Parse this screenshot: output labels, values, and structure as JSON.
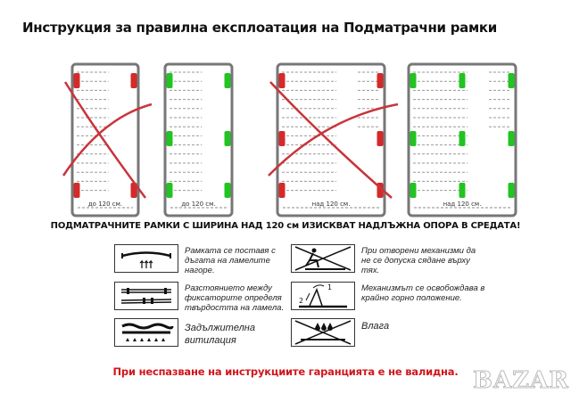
{
  "title": "Инструкция за правилна експлоатация на Подматрачни рамки",
  "frames": [
    {
      "label": "до 120 см.",
      "status": "wrong",
      "pad_color": "#d42a2a",
      "supports": "edges-only"
    },
    {
      "label": "до 120 см.",
      "status": "correct",
      "pad_color": "#22c322",
      "supports": "edges-3-rows"
    },
    {
      "label": "над 120 см.",
      "status": "wrong",
      "pad_color": "#d42a2a",
      "supports": "edges-3-rows"
    },
    {
      "label": "над 120 см.",
      "status": "correct",
      "pad_color": "#22c322",
      "supports": "edges-and-center"
    }
  ],
  "warning": "ПОДМАТРАЧНИТЕ РАМКИ С ШИРИНА НАД 120 см ИЗИСКВАТ НАДЛЪЖНА ОПОРА В СРЕДАТА!",
  "instructions": [
    {
      "icon": "arched-slat-icon",
      "text": "Рамката се поставя с дъгата на ламелите нагоре."
    },
    {
      "icon": "slat-fixators-icon",
      "text": "Разстоянието между фиксаторите определя твърдостта на ламела."
    },
    {
      "icon": "ventilation-icon",
      "text": "Задължителна витилация"
    },
    {
      "icon": "no-sitting-open-mechanism-icon",
      "text": "При отворени механизми да не се допуска сядане върху тях."
    },
    {
      "icon": "mechanism-release-icon",
      "text": "Механизмът се освобождава в крайно горно положение.",
      "step_labels": [
        "1",
        "2"
      ]
    },
    {
      "icon": "no-moisture-icon",
      "text": "Влага"
    }
  ],
  "footer": "При неспазване на инструкциите гаранцията е не валидна.",
  "watermark": "BAZAR",
  "colors": {
    "red": "#d42a2a",
    "green": "#22c322",
    "footer_red": "#d0161c"
  }
}
